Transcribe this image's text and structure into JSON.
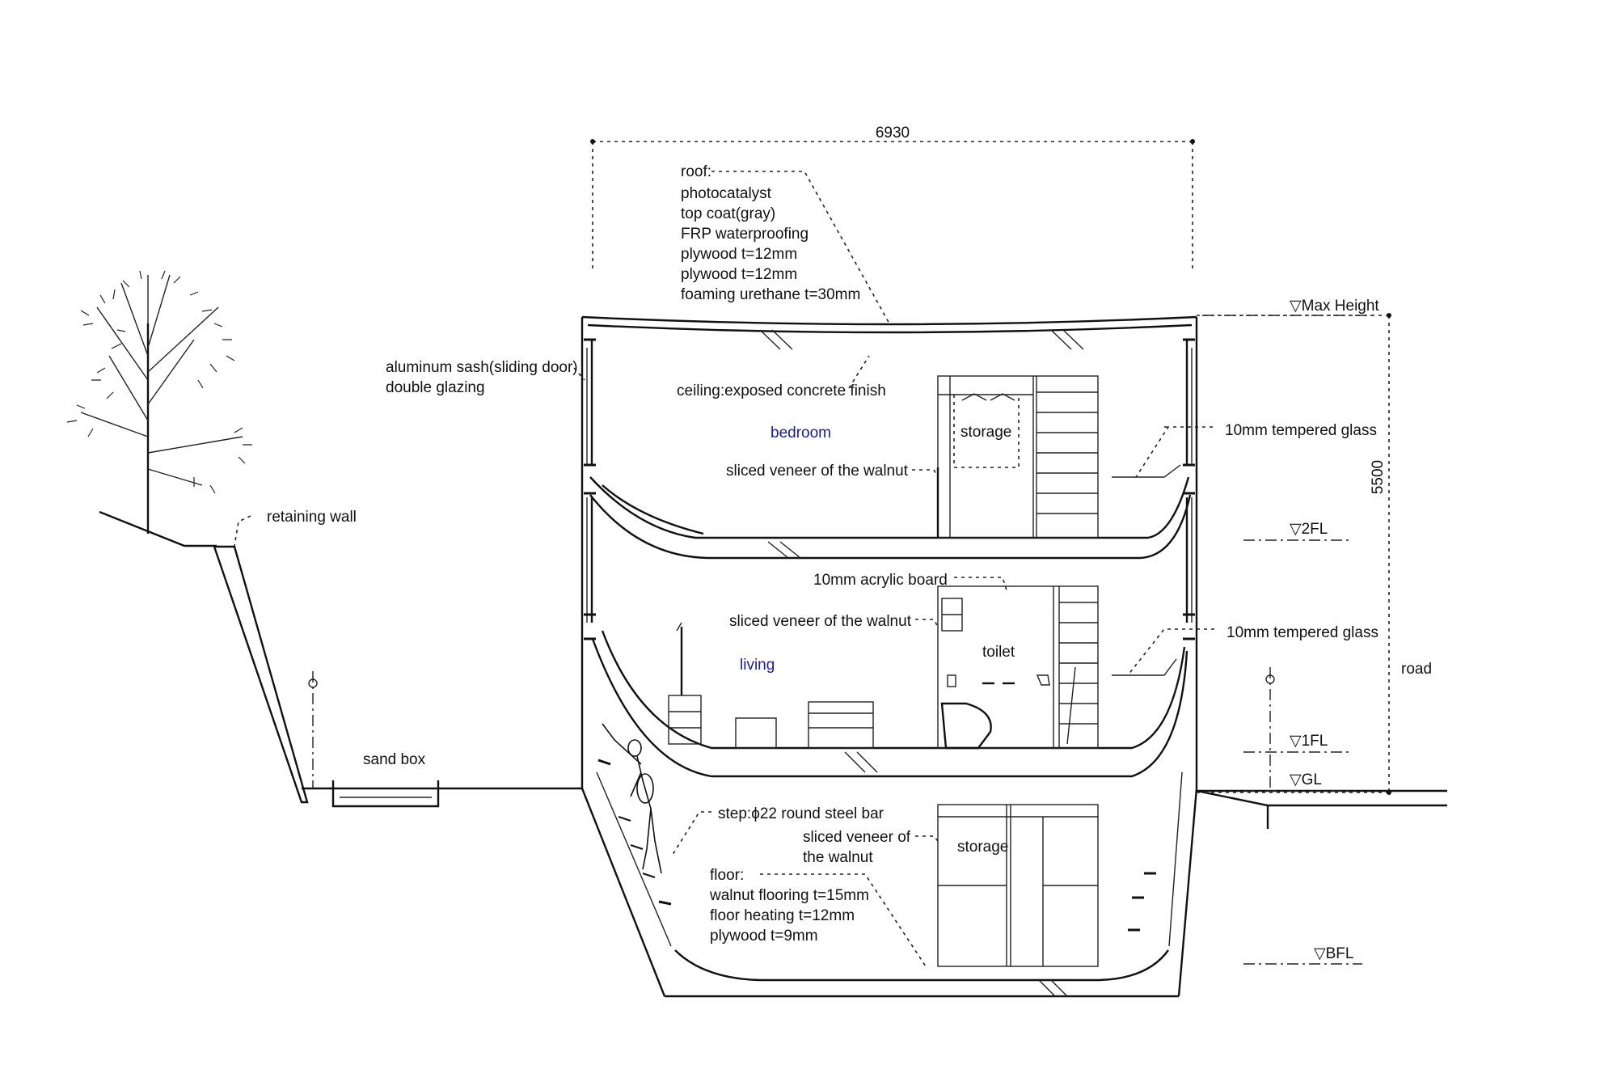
{
  "dimensions": {
    "width": "6930",
    "height": "5500"
  },
  "levels": {
    "max_height": "▽Max Height",
    "fl2": "▽2FL",
    "fl1": "▽1FL",
    "gl": "▽GL",
    "bfl": "▽BFL"
  },
  "roof_spec": {
    "title": "roof:",
    "lines": [
      "photocatalyst",
      "top coat(gray)",
      "FRP waterproofing",
      "plywood t=12mm",
      "plywood t=12mm",
      "foaming urethane t=30mm"
    ]
  },
  "aluminum_sash": {
    "line1": "aluminum sash(sliding door)",
    "line2": "double glazing"
  },
  "ceiling": "ceiling:exposed concrete finish",
  "rooms": {
    "bedroom": "bedroom",
    "living": "living",
    "storage_upper": "storage",
    "toilet": "toilet",
    "storage_lower": "storage"
  },
  "veneer": {
    "upper": "sliced veneer of the walnut",
    "middle": "sliced veneer of the walnut",
    "lower_line1": "sliced veneer of",
    "lower_line2": "the walnut"
  },
  "acrylic": "10mm acrylic board",
  "tempered_glass": {
    "upper": "10mm tempered glass",
    "lower": "10mm tempered glass"
  },
  "retaining_wall": "retaining wall",
  "sand_box": "sand box",
  "road": "road",
  "step": "step:ϕ22 round steel bar",
  "floor_spec": {
    "title": "floor:",
    "lines": [
      "walnut flooring t=15mm",
      "floor heating t=12mm",
      "plywood t=9mm"
    ]
  },
  "colors": {
    "line": "#111111",
    "room_label": "#1a1a9a"
  }
}
